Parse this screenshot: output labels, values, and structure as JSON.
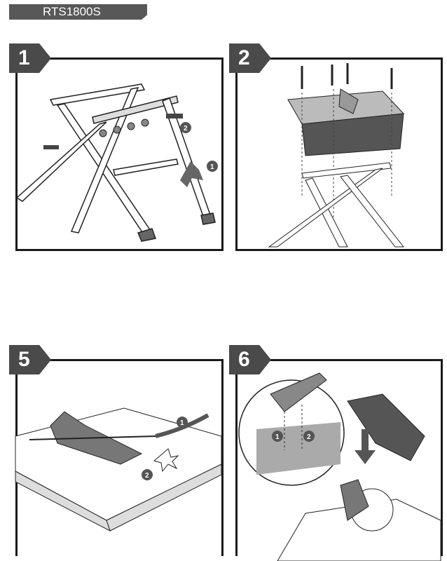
{
  "header": {
    "model": "RTS1800S"
  },
  "steps": [
    {
      "number": "1",
      "callouts": [
        "1",
        "2"
      ]
    },
    {
      "number": "2"
    },
    {
      "number": "5",
      "callouts": [
        "1",
        "2"
      ]
    },
    {
      "number": "6",
      "callouts": [
        "1",
        "2"
      ]
    }
  ]
}
